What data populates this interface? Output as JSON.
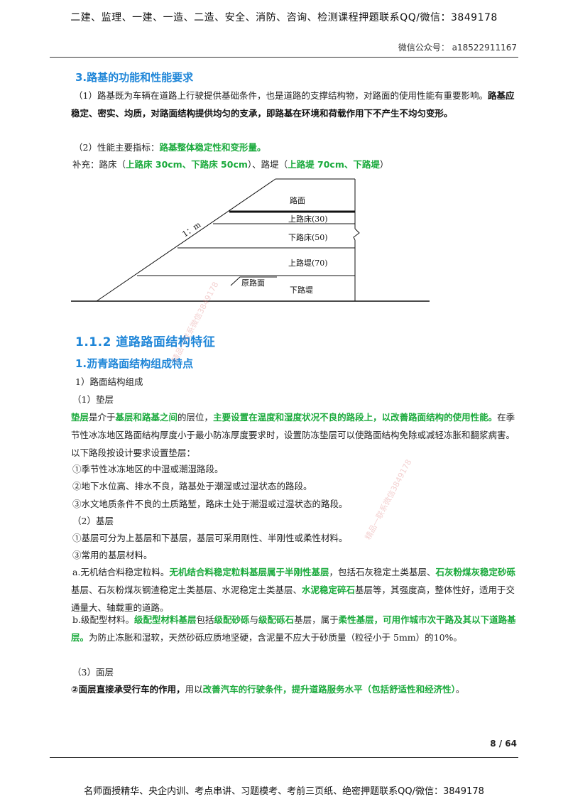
{
  "header": {
    "banner": "二建、监理、一建、一造、二造、安全、消防、咨询、检测课程押题联系QQ/微信：3849178",
    "wechat": "微信公众号： a18522911167"
  },
  "section3": {
    "title": "3.路基的功能和性能要求",
    "p1_a": "（1）路基既为车辆在道路上行驶提供基础条件，也是道路的支撑结构物，对路面的使用性能有重要影响。",
    "p1_b": "路基应稳定、密实、均质，对路面结构提供均匀的支承，即路基在环境和荷载作用下不产生不均匀变形。",
    "p2_a": "（2）性能主要指标：",
    "p2_b": "路基整体稳定性和变形量。",
    "p3_a": "补充：路床（",
    "p3_b": "上路床 30cm、下路床 50cm",
    "p3_c": "）、路堤（",
    "p3_d": "上路堤 70cm、下路堤",
    "p3_e": "）"
  },
  "diagram": {
    "slope": "1：m",
    "layers": [
      "路面",
      "上路床(30)",
      "下路床(50)",
      "上路堤(70)",
      "下路堤"
    ],
    "original": "原路面"
  },
  "section112": {
    "title": "1.1.2 道路路面结构特征",
    "sub1": "1.沥青路面结构组成特点",
    "l1": "1）路面结构组成",
    "l2": "（1）垫层",
    "p_a": "垫层",
    "p_b": "是介于",
    "p_c": "基层和路基之间",
    "p_d": "的层位，",
    "p_e": "主要设置在温度和湿度状况不良的路段上，以改善路面结构的使用性能。",
    "p_f": "在季节性冰冻地区路面结构厚度小于最小防冻厚度要求时，设置防冻垫层可以使路面结构免除或减轻冻胀和翻浆病害。以下路段按设计要求设置垫层：",
    "i1": "①季节性冰冻地区的中湿或潮湿路段。",
    "i2": "②地下水位高、排水不良，路基处于潮湿或过湿状态的路段。",
    "i3": "③水文地质条件不良的土质路堑，路床土处于潮湿或过湿状态的路段。",
    "l3": "（2）基层",
    "j1": "①基层可分为上基层和下基层，基层可采用刚性、半刚性或柔性材料。",
    "j2": "③常用的基层材料。",
    "a_1": "a.无机结合料稳定粒料。",
    "a_2": "无机结合料稳定粒料基层属于半刚性基层",
    "a_3": "，包括石灰稳定土类基层、",
    "a_4": "石灰粉煤灰稳定砂砾",
    "a_5": "基层、石灰粉煤灰钢渣稳定土类基层、水泥稳定土类基层、",
    "a_6": "水泥稳定碎石",
    "a_7": "基层等，其强度高，整体性好，适用于交通量大、轴载重的道路。",
    "b_1": "b.级配型材料。",
    "b_2": "级配型材料基层",
    "b_3": "包括",
    "b_4": "级配砂砾",
    "b_5": "与",
    "b_6": "级配砾石",
    "b_7": "基层，属于",
    "b_8": "柔性基层，可用作城市次干路及其以下道路基层。",
    "b_9": "为防止冻胀和湿软，天然砂砾应质地坚硬，含泥量不应大于砂质量（粒径小于 5mm）的10%。",
    "l4": "（3）面层",
    "m_1": "②面层直接承受行车的作用，",
    "m_2": "用以",
    "m_3": "改善汽车的行驶条件，提升道路服务水平（包括舒适性和经济性）",
    "m_4": "。"
  },
  "page": "8 / 64",
  "footer": "名师面授精华、央企内训、考点串讲、习题模考、考前三页纸、绝密押题联系QQ/微信：3849178",
  "watermarks": [
    "精品一联系微信3849178",
    "精品一联系微信3849178"
  ],
  "colors": {
    "heading": "#1f86d8",
    "highlight": "#1aaa3c"
  }
}
